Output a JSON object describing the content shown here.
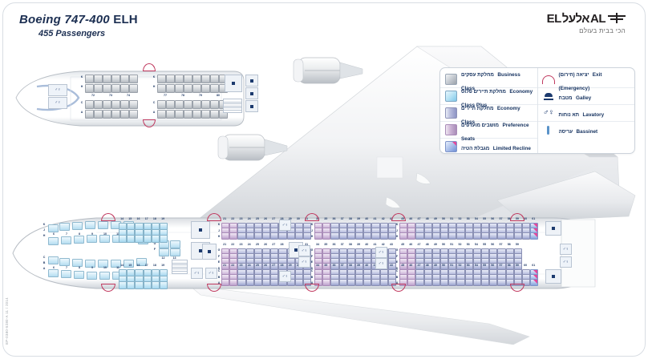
{
  "header": {
    "aircraft": "Boeing 747-400",
    "variant": "ELH",
    "passengers": "455 Passengers"
  },
  "brand": {
    "name_en": "EL",
    "name_en2": "AL",
    "name_he": "אלעל",
    "tagline_he": "הכי בבית בעולם"
  },
  "legend": {
    "left": [
      {
        "icon": "business-class-swatch",
        "he": "מחלקת עסקים",
        "en": "Business Class",
        "color": "#b9c0c7"
      },
      {
        "icon": "economy-plus-swatch",
        "he": "מחלקת תיירים פלוס",
        "en": "Economy Class Plus",
        "color": "#a6d7ef"
      },
      {
        "icon": "economy-swatch",
        "he": "מחלקת תיירים",
        "en": "Economy Class",
        "color": "#9aa2cf"
      },
      {
        "icon": "preference-swatch",
        "he": "מושבים מועדפים",
        "en": "Preference Seats",
        "color": "#bba0cc"
      },
      {
        "icon": "limited-recline-swatch",
        "he": "מגבלת הטיה",
        "en": "Limited Recline",
        "color": "#87a3dc"
      }
    ],
    "right": [
      {
        "icon": "exit-icon",
        "he": "יציאה (חירום)",
        "en": "Exit (Emergency)",
        "color": "#c0395f"
      },
      {
        "icon": "galley-icon",
        "he": "מטבח",
        "en": "Galley",
        "color": "#1c3a6e"
      },
      {
        "icon": "lavatory-icon",
        "he": "תא נוחות",
        "en": "Lavatory",
        "color": "#1c3a6e"
      },
      {
        "icon": "bassinet-icon",
        "he": "עריסה",
        "en": "Bassinet",
        "color": "#5a93c9"
      }
    ]
  },
  "upper_deck": {
    "label": "upper-deck-inset",
    "column_letters_top": [
      "K",
      "H"
    ],
    "column_letters_bottom": [
      "C",
      "A"
    ],
    "rows_front": [
      "72",
      "73",
      "74"
    ],
    "rows_rear": [
      "77",
      "78",
      "79",
      "80"
    ]
  },
  "main_deck": {
    "nose_rows": [
      "6",
      "7",
      "8",
      "9",
      "10",
      "11",
      "12",
      "13"
    ],
    "forward_rows": [
      "14",
      "15",
      "16",
      "17",
      "18",
      "19"
    ],
    "mid_rows_a": [
      "21",
      "22",
      "23",
      "24",
      "25",
      "26",
      "27",
      "28",
      "29",
      "30",
      "31"
    ],
    "mid_rows_b": [
      "34",
      "35",
      "36",
      "37",
      "38",
      "39",
      "40",
      "41",
      "42",
      "43"
    ],
    "rear_rows_a": [
      "45",
      "46",
      "47",
      "48",
      "49",
      "50",
      "51",
      "52",
      "53",
      "54",
      "55",
      "56",
      "57",
      "58",
      "59",
      "60",
      "61"
    ],
    "column_letters_top": [
      "K",
      "J",
      "H"
    ],
    "column_letters_mid": [
      "G",
      "F",
      "E",
      "D"
    ],
    "column_letters_bottom": [
      "C",
      "B",
      "A"
    ]
  },
  "footer": {
    "doc_code": "EP-0380-5280-A   11 / 2014"
  }
}
